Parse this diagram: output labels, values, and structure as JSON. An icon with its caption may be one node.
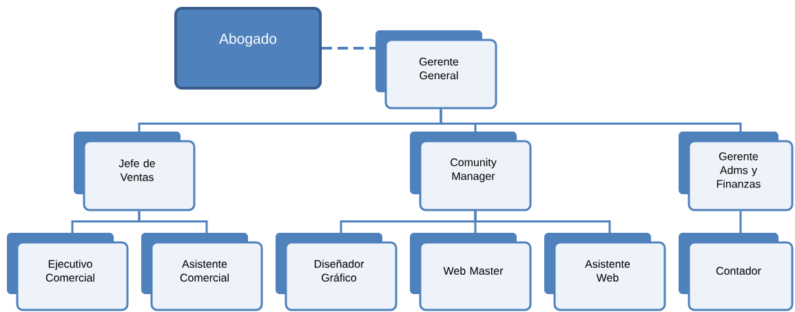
{
  "diagram": {
    "nodes": [
      {
        "text": [
          "Abogado"
        ]
      },
      {
        "text": [
          "Gerente General"
        ]
      },
      {
        "text": [
          "Jefe de Ventas"
        ]
      },
      {
        "text": [
          "Comunity Manager"
        ]
      },
      {
        "text": [
          "Gerente Adms y Finanzas"
        ]
      },
      {
        "text": [
          "Ejecutivo Comercial"
        ]
      },
      {
        "text": [
          "Asistente Comercial"
        ]
      },
      {
        "text": [
          "Diseñador Gráfico"
        ]
      },
      {
        "text": [
          "Web Master"
        ]
      },
      {
        "text": [
          "Asistente Web"
        ]
      },
      {
        "text": [
          "Contador"
        ]
      }
    ],
    "edges": [
      {
        "from": 0,
        "to": 1,
        "arrow": "none",
        "style": "dashed"
      },
      {
        "from": 1,
        "to": 2,
        "arrow": "none"
      },
      {
        "from": 1,
        "to": 3,
        "arrow": "none"
      },
      {
        "from": 1,
        "to": 4,
        "arrow": "none"
      },
      {
        "from": 2,
        "to": 5,
        "arrow": "none"
      },
      {
        "from": 2,
        "to": 6,
        "arrow": "none"
      },
      {
        "from": 3,
        "to": 7,
        "arrow": "none"
      },
      {
        "from": 3,
        "to": 8,
        "arrow": "none"
      },
      {
        "from": 3,
        "to": 9,
        "arrow": "none"
      },
      {
        "from": 4,
        "to": 10,
        "arrow": "none"
      }
    ]
  }
}
